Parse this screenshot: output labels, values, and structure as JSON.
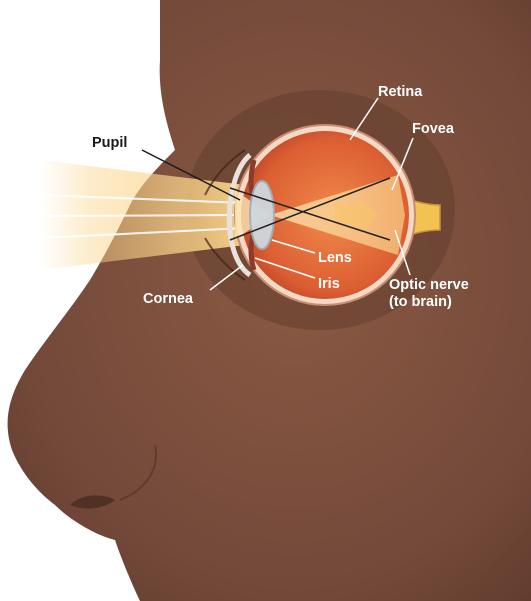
{
  "diagram": {
    "labels": {
      "retina": "Retina",
      "fovea": "Fovea",
      "pupil": "Pupil",
      "lens": "Lens",
      "iris": "Iris",
      "cornea": "Cornea",
      "optic_nerve_line1": "Optic nerve",
      "optic_nerve_line2": "(to brain)"
    },
    "colors": {
      "skin": "#7a4e3a",
      "skin_shadow": "#5e3a2b",
      "eyeball": "#d4562f",
      "vitreous": "#e8743f",
      "light_beam": "#fbd48a",
      "nerve": "#f2c253",
      "label_dark": "#1a1a1a",
      "label_light": "#ffffff"
    }
  }
}
